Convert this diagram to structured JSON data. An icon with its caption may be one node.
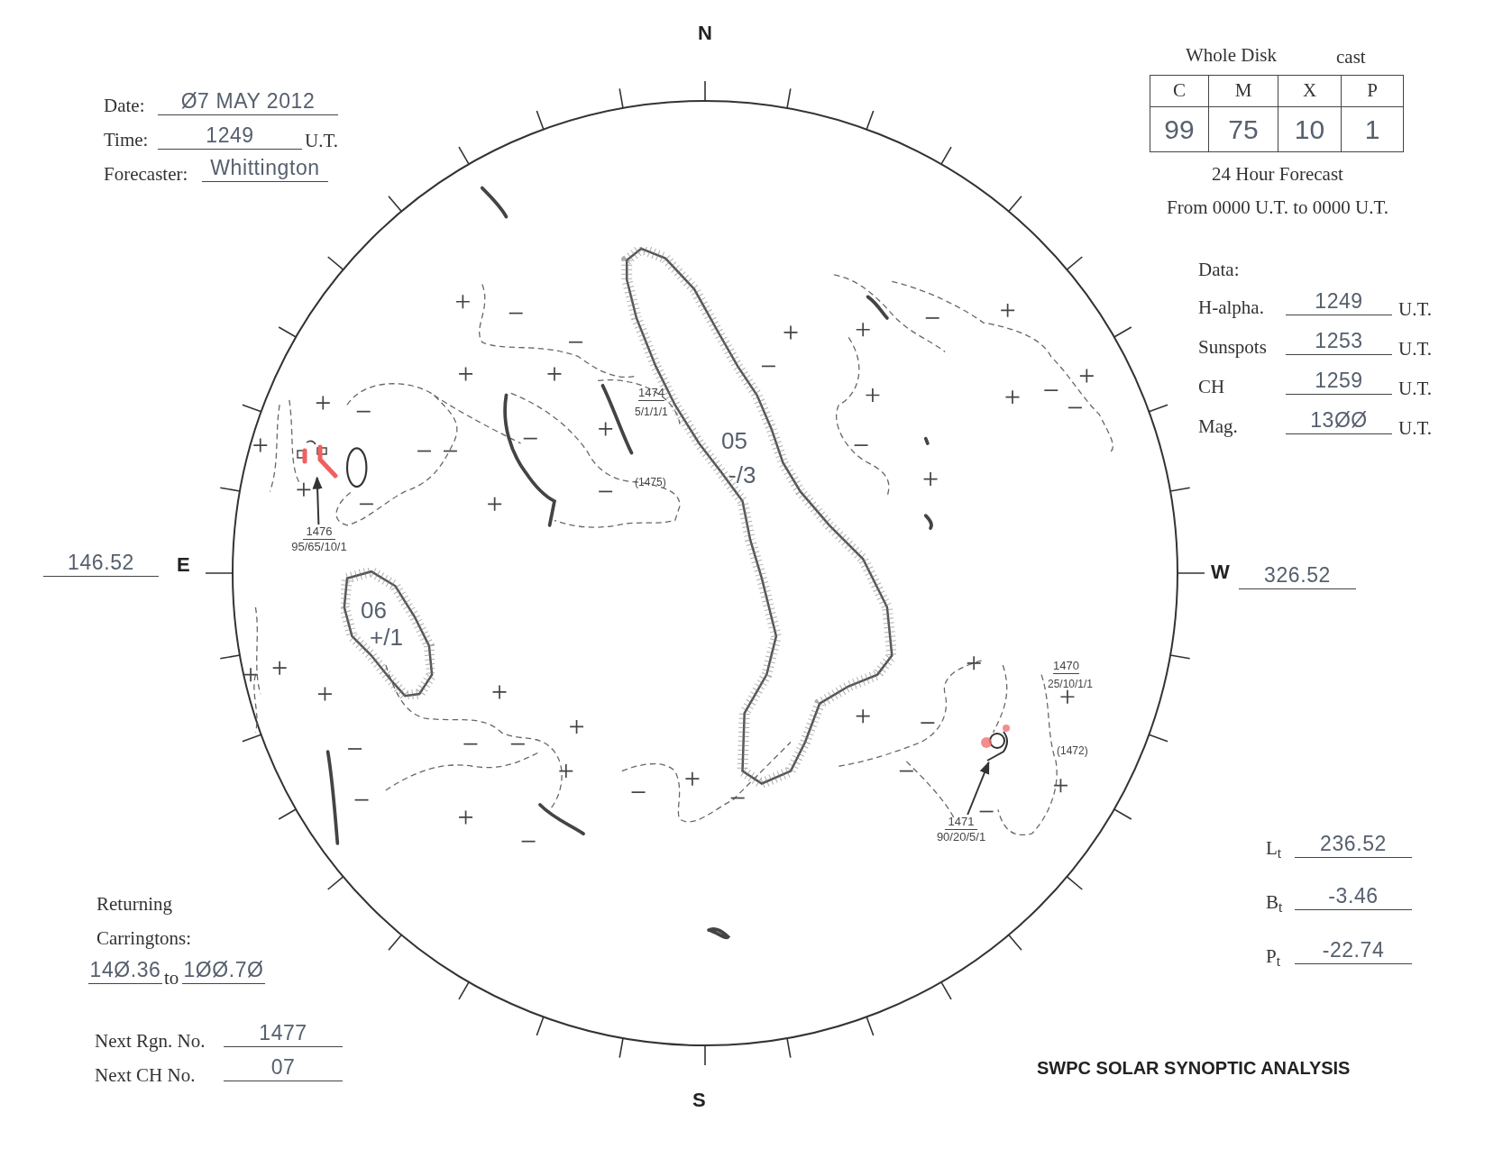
{
  "diagram": {
    "title": "SWPC SOLAR SYNOPTIC ANALYSIS",
    "nodes": [
      {
        "text": [
          "05",
          "-/3"
        ]
      },
      {
        "text": [
          "06",
          "+/1"
        ]
      },
      {
        "text": [
          "1476",
          "95/65/10/1"
        ]
      },
      {
        "text": [],
        "shape": "spot"
      },
      {
        "text": [
          "1471",
          "90/20/5/1"
        ]
      },
      {
        "text": [],
        "shape": "spot"
      }
    ],
    "edges": [
      {
        "from": 2,
        "to": 3,
        "arrow": "to"
      },
      {
        "from": 4,
        "to": 5,
        "arrow": "to"
      }
    ],
    "labels": [
      "Date:",
      "Ø7 MAY 2012",
      "Time:",
      "1249",
      "U.T.",
      "Forecaster:",
      "Whittington",
      "N",
      "Whole Disk",
      "cast",
      "C",
      "M",
      "X",
      "P",
      "99",
      "75",
      "10",
      "1",
      "24 Hour Forecast",
      "From 0000 U.T. to 0000 U.T.",
      "Data:",
      "H-alpha.",
      "1249",
      "U.T.",
      "Sunspots",
      "1253",
      "U.T.",
      "CH",
      "1259",
      "U.T.",
      "Mag.",
      "13ØØ",
      "U.T.",
      "1474",
      "5/1/1/1",
      "(1475)",
      "146.52",
      "E",
      "W",
      "326.52",
      "1470",
      "25/10/1/1",
      "(1472)",
      "L$_{t}$",
      "236.52",
      "B$_{t}$",
      "-3.46",
      "P$_{t}$",
      "-22.74",
      "Returning",
      "Carringtons:",
      "14Ø.36",
      "to",
      "1ØØ.7Ø",
      "Next Rgn. No.",
      "1477",
      "Next CH No.",
      "07",
      "S"
    ]
  }
}
